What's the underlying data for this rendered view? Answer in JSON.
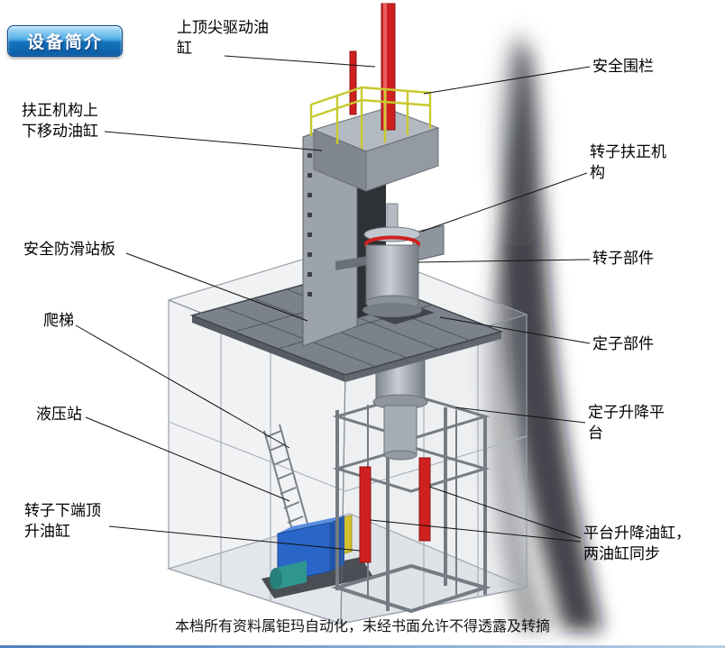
{
  "badge": {
    "label": "设备简介"
  },
  "labels": [
    {
      "id": "top-spindle-drive-cylinder",
      "text": "上顶尖驱动油缸"
    },
    {
      "id": "safety-fence",
      "text": "安全围栏"
    },
    {
      "id": "centering-mechanism-lift-cylinder",
      "text": "扶正机构上下移动油缸"
    },
    {
      "id": "rotor-centering-mechanism",
      "text": "转子扶正机构"
    },
    {
      "id": "anti-slip-standing-plate",
      "text": "安全防滑站板"
    },
    {
      "id": "rotor-component",
      "text": "转子部件"
    },
    {
      "id": "ladder",
      "text": "爬梯"
    },
    {
      "id": "stator-component",
      "text": "定子部件"
    },
    {
      "id": "hydraulic-station",
      "text": "液压站"
    },
    {
      "id": "stator-lift-platform",
      "text": "定子升降平台"
    },
    {
      "id": "rotor-bottom-jack-cylinder",
      "text": "转子下端顶升油缸"
    },
    {
      "id": "platform-lift-cylinders",
      "text": "平台升降油缸，两油缸同步"
    }
  ],
  "footer": "本档所有资料属钜玛自动化，未经书面允许不得透露及转摘",
  "colors": {
    "badge_blue": "#0d5ca3",
    "cylinder_red": "#cf2020",
    "railing_yellow": "#c9c92e",
    "hydraulic_blue": "#2a66c8",
    "rule_blue": "#4f81bd"
  }
}
